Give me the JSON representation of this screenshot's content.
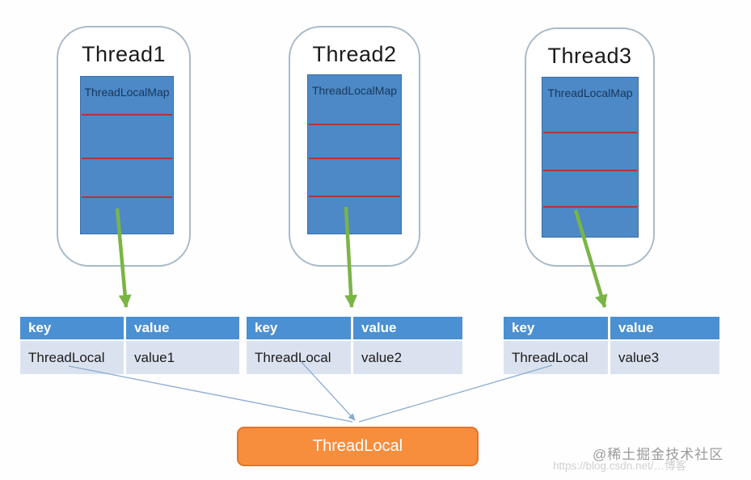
{
  "threads": [
    {
      "title": "Thread1",
      "map_label": "ThreadLocalMap"
    },
    {
      "title": "Thread2",
      "map_label": "ThreadLocalMap"
    },
    {
      "title": "Thread3",
      "map_label": "ThreadLocalMap"
    }
  ],
  "tables": [
    {
      "columns": [
        "key",
        "value"
      ],
      "row": {
        "key": "ThreadLocal",
        "value": "value1"
      }
    },
    {
      "columns": [
        "key",
        "value"
      ],
      "row": {
        "key": "ThreadLocal",
        "value": "value2"
      }
    },
    {
      "columns": [
        "key",
        "value"
      ],
      "row": {
        "key": "ThreadLocal",
        "value": "value3"
      }
    }
  ],
  "shared_object": {
    "label": "ThreadLocal"
  },
  "watermarks": {
    "community": "@稀土掘金技术社区",
    "url": "https://blog.csdn.net/…博客"
  },
  "colors": {
    "map_fill": "#4d89c6",
    "map_label_text": "#17375d",
    "map_divider_red": "#b23537",
    "table_header_fill": "#4b90d2",
    "table_body_fill": "#dbe2ef",
    "green_arrow": "#79b544",
    "blue_connector": "#8aabcf",
    "shared_fill": "#f78e3d",
    "shared_border": "#e2762a",
    "card_border": "#a8bac8"
  }
}
